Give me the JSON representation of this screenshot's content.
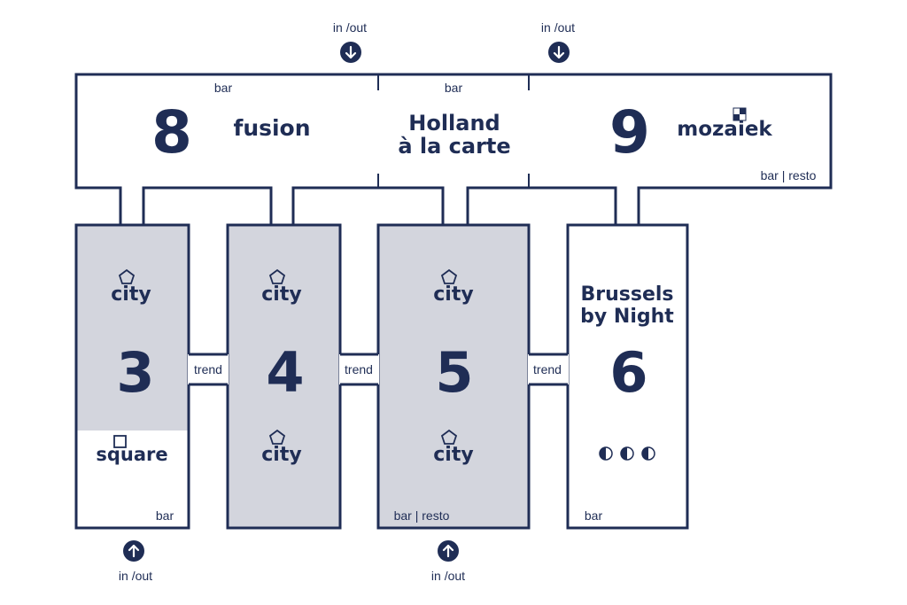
{
  "colors": {
    "navy": "#1f2d55",
    "hall_fill": "#d3d5dd",
    "background": "#ffffff"
  },
  "entrances": {
    "top_left": "in /out",
    "top_right": "in /out",
    "bottom_left": "in /out",
    "bottom_center": "in /out",
    "arrow_down_icon": "arrow-down-circle-icon",
    "arrow_up_icon": "arrow-up-circle-icon"
  },
  "top_section": {
    "hall_8": {
      "number": "8",
      "brand": "fusion",
      "tag": "bar"
    },
    "middle": {
      "brand_line1": "Holland",
      "brand_line2": "à la carte",
      "tag": "bar"
    },
    "hall_9": {
      "number": "9",
      "brand": "mozaiek",
      "tag": "bar | resto"
    }
  },
  "halls": [
    {
      "number": "3",
      "brand_top": "city",
      "brand_bottom": "square",
      "tag": "bar"
    },
    {
      "number": "4",
      "brand_top": "city",
      "brand_bottom": "city",
      "tag": ""
    },
    {
      "number": "5",
      "brand_top": "city",
      "brand_bottom": "city",
      "tag": "bar | resto"
    },
    {
      "number": "6",
      "brand_line1": "Brussels",
      "brand_line2": "by Night",
      "tag": "bar",
      "icon": "three-moon-dots-icon"
    }
  ],
  "connectors": {
    "trend_3_4": "trend",
    "trend_4_5": "trend",
    "trend_5_6": "trend"
  }
}
